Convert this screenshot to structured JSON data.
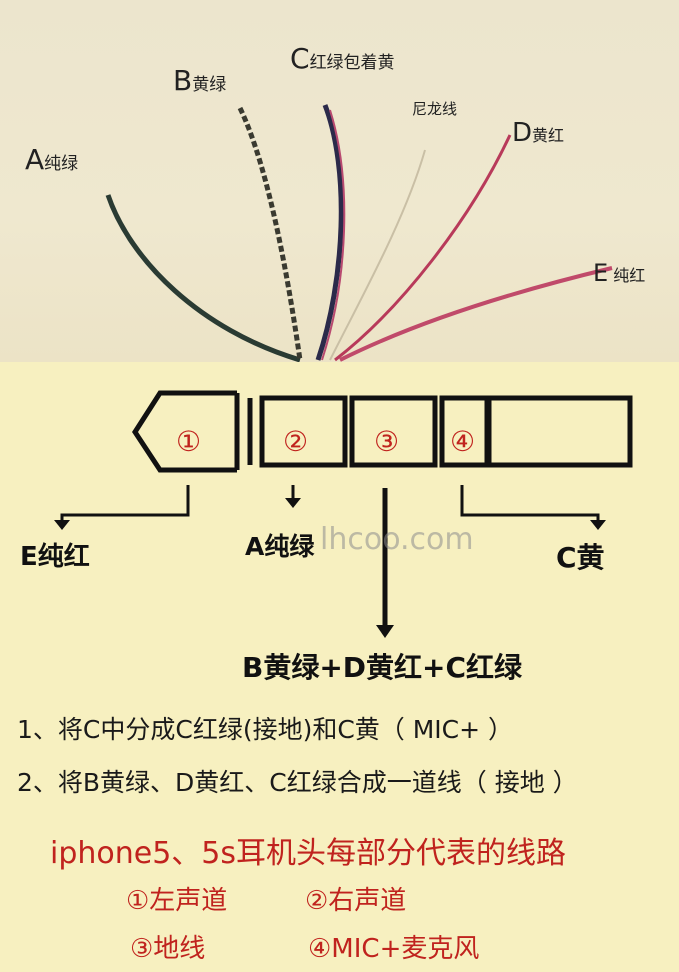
{
  "photo": {
    "wire_labels": [
      {
        "letter": "A",
        "desc": "纯绿"
      },
      {
        "letter": "B",
        "desc": "黄绿"
      },
      {
        "letter": "C",
        "desc": "红绿包着黄"
      },
      {
        "letter": "",
        "desc": "尼龙线"
      },
      {
        "letter": "D",
        "desc": "黄红"
      },
      {
        "letter": "E",
        "desc": "纯红"
      }
    ]
  },
  "plug": {
    "segments": [
      "①",
      "②",
      "③",
      "④"
    ],
    "accent_color": "#d0342c"
  },
  "connections": {
    "seg1": "E纯红",
    "seg2": "A纯绿",
    "seg3": "B黄绿+D黄红+C红绿",
    "seg4": "C黄"
  },
  "watermark": "lhcoo.com",
  "instructions": [
    "1、将C中分成C红绿(接地)和C黄（ MIC+ ）",
    "2、将B黄绿、D黄红、C红绿合成一道线（ 接地 ）"
  ],
  "title": "iphone5、5s耳机头每部分代表的线路",
  "legend": [
    "①左声道",
    "②右声道",
    "③地线",
    "④MIC+麦克风"
  ]
}
